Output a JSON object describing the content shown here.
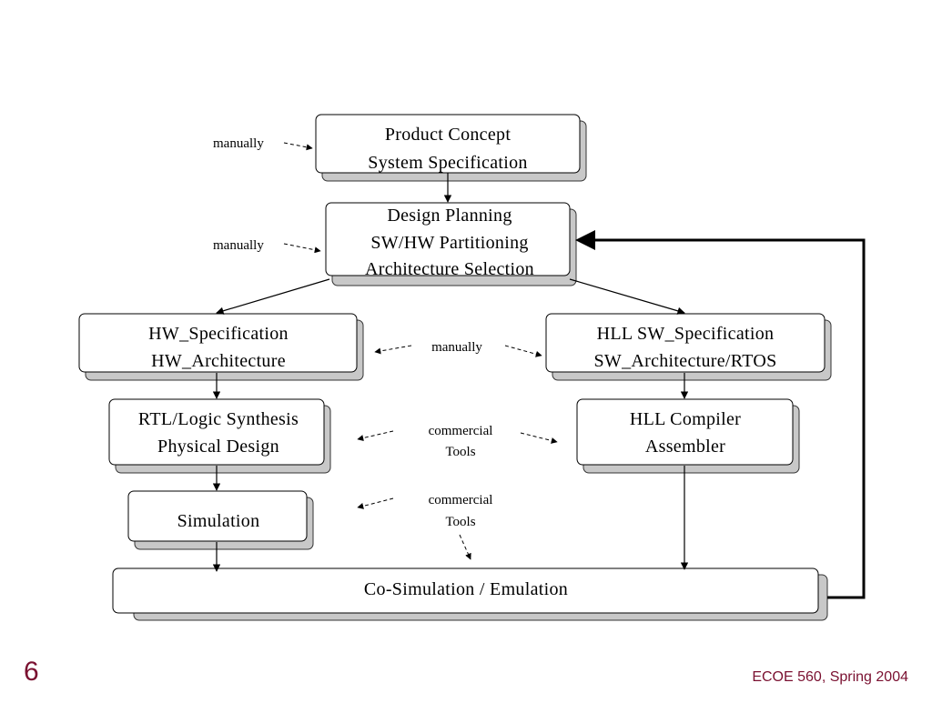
{
  "diagram": {
    "boxes": {
      "product_concept": [
        "Product Concept",
        "System Specification"
      ],
      "design_planning": [
        "Design Planning",
        "SW/HW Partitioning",
        "Architecture Selection"
      ],
      "hw_spec": [
        "HW_Specification",
        "HW_Architecture"
      ],
      "sw_spec": [
        "HLL SW_Specification",
        "SW_Architecture/RTOS"
      ],
      "rtl_synthesis": [
        "RTL/Logic Synthesis",
        "Physical Design"
      ],
      "hll_compiler": [
        "HLL Compiler",
        "Assembler"
      ],
      "simulation": [
        "Simulation"
      ],
      "cosimulation": [
        "Co-Simulation / Emulation"
      ]
    },
    "notes": {
      "manually_1": "manually",
      "manually_2": "manually",
      "manually_3": "manually",
      "commercial_1": [
        "commercial",
        "Tools"
      ],
      "commercial_2": [
        "commercial",
        "Tools"
      ]
    }
  },
  "footer": {
    "slide_number": "6",
    "course": "ECOE 560, Spring 2004"
  }
}
